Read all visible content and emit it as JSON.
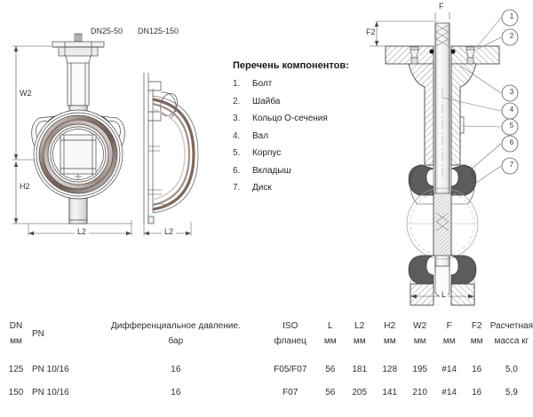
{
  "drawings": {
    "left": {
      "label_small_valve": "DN25-50",
      "label_large_valve": "DN125-150",
      "dim_w2": "W2",
      "dim_h2": "H2",
      "dim_l2_front": "L2",
      "dim_l2_side": "L2"
    },
    "right": {
      "dim_f": "F",
      "dim_f2": "F2",
      "dim_l": "L",
      "callouts": [
        "1",
        "2",
        "3",
        "4",
        "5",
        "6",
        "7"
      ]
    }
  },
  "components": {
    "title": "Перечень компонентов:",
    "items": [
      {
        "num": "1.",
        "name": "Болт"
      },
      {
        "num": "2.",
        "name": "Шайба"
      },
      {
        "num": "3.",
        "name": "Кольцо О-сечения"
      },
      {
        "num": "4.",
        "name": "Вал"
      },
      {
        "num": "5.",
        "name": "Корпус"
      },
      {
        "num": "6.",
        "name": "Вкладыш"
      },
      {
        "num": "7.",
        "name": "Диск"
      }
    ]
  },
  "spec_table": {
    "headers": [
      {
        "line1": "DN",
        "line2": "мм"
      },
      {
        "line1": "PN",
        "line2": ""
      },
      {
        "line1": "Дифференциальное давление.",
        "line2": "бар"
      },
      {
        "line1": "ISO",
        "line2": "фланец"
      },
      {
        "line1": "L",
        "line2": "мм"
      },
      {
        "line1": "L2",
        "line2": "мм"
      },
      {
        "line1": "H2",
        "line2": "мм"
      },
      {
        "line1": "W2",
        "line2": "мм"
      },
      {
        "line1": "F",
        "line2": "мм"
      },
      {
        "line1": "F2",
        "line2": "мм"
      },
      {
        "line1": "Расчетная",
        "line2": "масса кг"
      }
    ],
    "rows": [
      {
        "dn": "125",
        "pn": "PN 10/16",
        "dp": "16",
        "iso": "F05/F07",
        "l": "56",
        "l2": "181",
        "h2": "128",
        "w2": "195",
        "f": "#14",
        "f2": "16",
        "mass": "5,0"
      },
      {
        "dn": "150",
        "pn": "PN 10/16",
        "dp": "16",
        "iso": "F07",
        "l": "56",
        "l2": "205",
        "h2": "141",
        "w2": "210",
        "f": "#14",
        "f2": "16",
        "mass": "5,9"
      }
    ]
  },
  "colors": {
    "line": "#4a4a4a",
    "seal": "#7d6a62",
    "metal": "#b9b9b9",
    "dark_seat": "#555555",
    "text": "#2b2b2b"
  }
}
